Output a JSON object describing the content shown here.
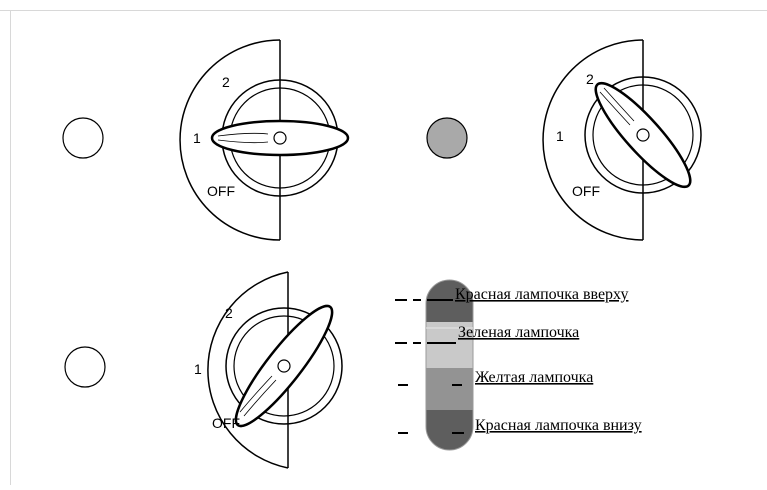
{
  "switches": [
    {
      "labels": {
        "one": "1",
        "two": "2",
        "off": "OFF"
      },
      "position": "1",
      "indicator_lit": false
    },
    {
      "labels": {
        "one": "1",
        "two": "2",
        "off": "OFF"
      },
      "position": "2",
      "indicator_lit": true
    },
    {
      "labels": {
        "one": "1",
        "two": "2",
        "off": "OFF"
      },
      "position": "OFF",
      "indicator_lit": false
    }
  ],
  "signal_tower": {
    "segments": [
      {
        "label": "Красная лампочка вверху",
        "color": "#5e5e5e"
      },
      {
        "label": "Зеленая лампочка",
        "color": "#c9c9c9"
      },
      {
        "label": "Желтая лампочка",
        "color": "#939393"
      },
      {
        "label": "Красная лампочка внизу",
        "color": "#5e5e5e"
      }
    ]
  },
  "colors": {
    "indicator_lit": "#a9a9a9",
    "indicator_off": "#ffffff",
    "stroke": "#000000"
  }
}
